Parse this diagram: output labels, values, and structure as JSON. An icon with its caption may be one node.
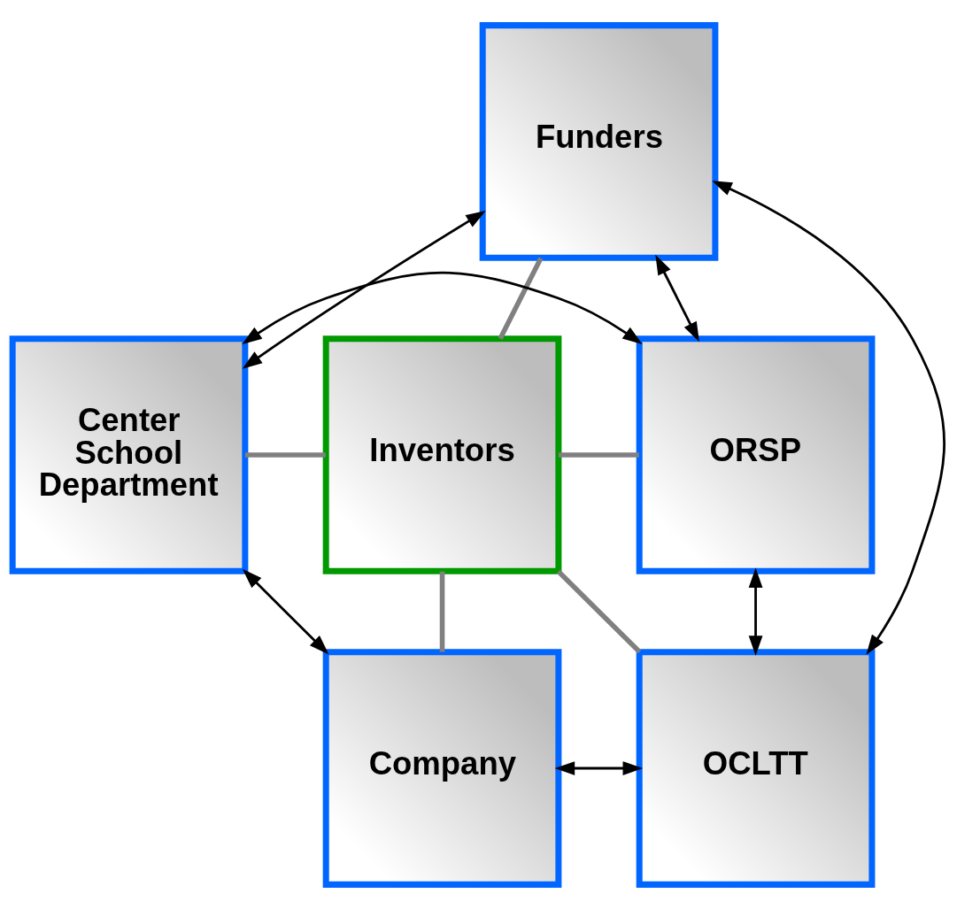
{
  "diagram": {
    "nodes": [
      {
        "text": [
          "Funders"
        ]
      },
      {
        "text": [
          "Center School Department"
        ]
      },
      {
        "text": [
          "ORSP"
        ]
      },
      {
        "text": [
          "Inventors"
        ]
      },
      {
        "text": [
          "Company"
        ]
      },
      {
        "text": [
          "OCLTT"
        ]
      }
    ],
    "edges": [
      {
        "from": 0,
        "to": 1,
        "arrow": "both"
      },
      {
        "from": 1,
        "to": 2,
        "arrow": "both"
      },
      {
        "from": 0,
        "to": 2,
        "arrow": "both"
      },
      {
        "from": 0,
        "to": 5,
        "arrow": "both"
      },
      {
        "from": 2,
        "to": 5,
        "arrow": "both"
      },
      {
        "from": 1,
        "to": 4,
        "arrow": "both"
      },
      {
        "from": 4,
        "to": 5,
        "arrow": "both"
      },
      {
        "from": 0,
        "to": 3,
        "arrow": "none",
        "style": "thick",
        "color": "#808080"
      },
      {
        "from": 1,
        "to": 3,
        "arrow": "none",
        "style": "thick",
        "color": "#808080"
      },
      {
        "from": 3,
        "to": 2,
        "arrow": "none",
        "style": "thick",
        "color": "#808080"
      },
      {
        "from": 3,
        "to": 4,
        "arrow": "none",
        "style": "thick",
        "color": "#808080"
      },
      {
        "from": 3,
        "to": 5,
        "arrow": "none",
        "style": "thick",
        "color": "#808080"
      }
    ]
  }
}
